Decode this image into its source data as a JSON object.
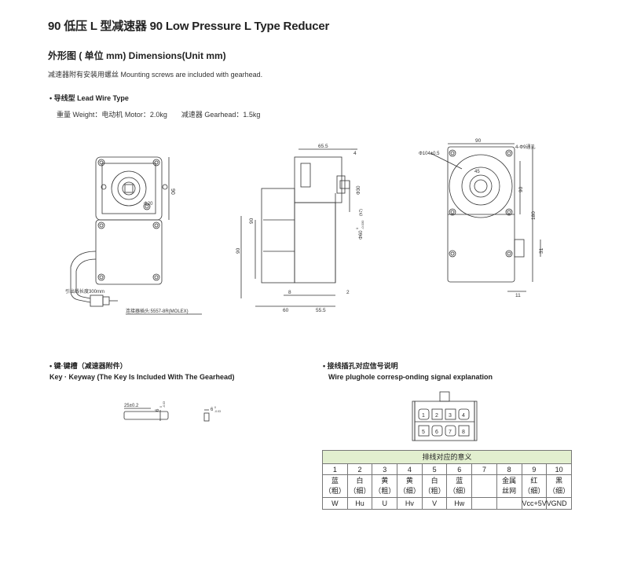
{
  "title": "90 低压 L 型减速器 90 Low Pressure L Type Reducer",
  "subtitle": "外形图 ( 单位 mm) Dimensions(Unit mm)",
  "note": "减速器附有安装用螺丝 Mounting screws are included with gearhead.",
  "lead_wire": {
    "heading": "• 导线型 Lead Wire Type",
    "weight": "重量 Weight：电动机 Motor：2.0kg　　减速器 Gearhead：1.5kg"
  },
  "drawing1": {
    "dim_right": "90",
    "dia": "Φ20",
    "cable_label": "引出线长度300mm",
    "connector_label": "连接器插头:5557-8R(MOLEX)"
  },
  "drawing2": {
    "top_65": "65.5",
    "top_4": "4",
    "d30": "Φ30",
    "d60": "Φ60",
    "d60_tol_top": "0",
    "d60_tol_bot": "-0.030",
    "d60_fit": "(h7)",
    "h90a": "90",
    "h90b": "90",
    "d8": "8",
    "d2": "2",
    "d60b": "60",
    "d55": "55.5"
  },
  "drawing3": {
    "top90": "90",
    "dia104": "Φ104±0.5",
    "holes": "4-Φ9通孔",
    "ang45": "45",
    "r90": "90",
    "r180": "180",
    "r31": "31",
    "b11": "11"
  },
  "key": {
    "heading": "• 键·键槽（减速器附件）",
    "sub": "Key · Keyway (The Key Is Included With The Gearhead)",
    "len": "25±0.2",
    "w1": "6",
    "w1_tol_top": "0",
    "w1_tol_bot": "-0.03",
    "w2": "6",
    "w2_tol_top": "0",
    "w2_tol_bot": "-0.03"
  },
  "wire": {
    "heading": "• 接线插孔对应信号说明",
    "sub": "Wire plughole corresp-onding signal explanation",
    "pins_top": [
      "1",
      "2",
      "3",
      "4"
    ],
    "pins_bottom": [
      "5",
      "6",
      "7",
      "8"
    ]
  },
  "table": {
    "caption": "排线对应的意义",
    "numbers": [
      "1",
      "2",
      "3",
      "4",
      "5",
      "6",
      "7",
      "8",
      "9",
      "10"
    ],
    "names_top": [
      "蓝",
      "白",
      "黄",
      "黄",
      "白",
      "蓝",
      "",
      "金属",
      "红",
      "黑"
    ],
    "names_bottom": [
      "（粗）",
      "（细）",
      "（粗）",
      "（细）",
      "（粗）",
      "（细）",
      "",
      "丝网",
      "（细）",
      "（细）"
    ],
    "signals": [
      "W",
      "Hu",
      "U",
      "Hv",
      "V",
      "Hw",
      "",
      "",
      "Vcc+5VV",
      "GND"
    ]
  }
}
